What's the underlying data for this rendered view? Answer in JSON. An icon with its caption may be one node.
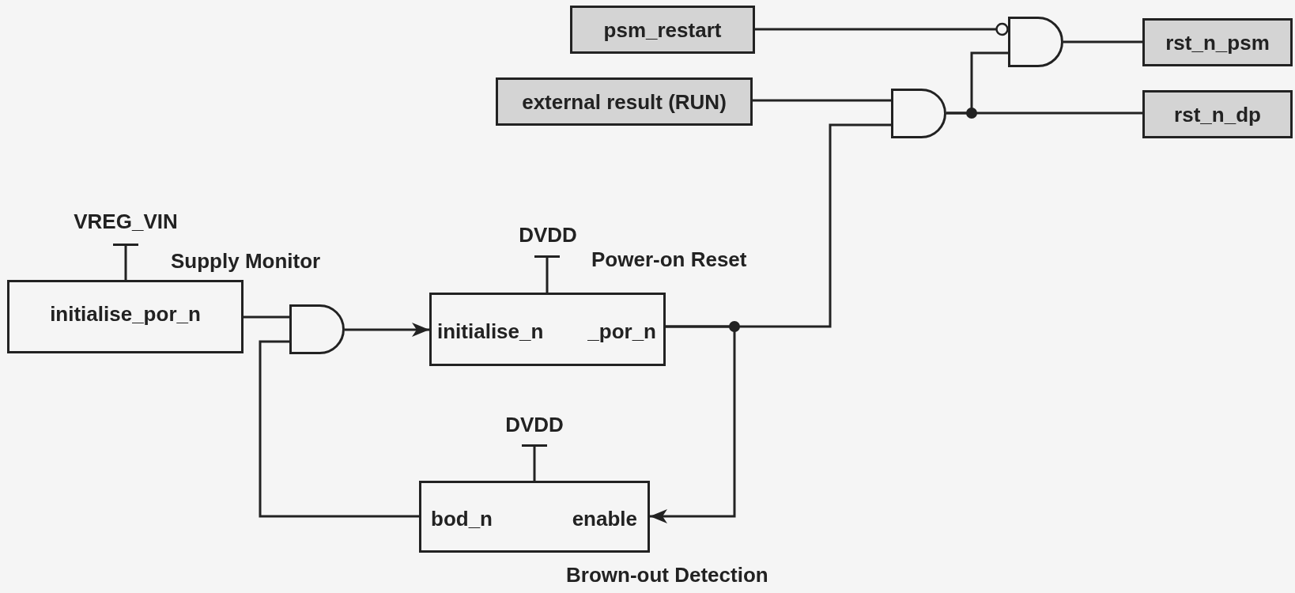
{
  "diagram": {
    "nodes": [
      {
        "text": [
          "psm_restart"
        ]
      },
      {
        "text": [],
        "shape": "gate"
      },
      {
        "text": [
          "rst_n_psm"
        ]
      },
      {
        "text": [
          "external result (RUN)"
        ]
      },
      {
        "text": [],
        "shape": "gate"
      },
      {
        "text": [
          "rst_n_dp"
        ]
      },
      {
        "text": [
          "Supply Monitor",
          "initialise_por_n"
        ]
      },
      {
        "text": [],
        "shape": "gate"
      },
      {
        "text": [
          "Power-on Reset",
          "initialise_n",
          "_por_n"
        ]
      },
      {
        "text": [
          "bod_n",
          "enable",
          "Brown-out Detection"
        ]
      }
    ],
    "edges": [
      {
        "from": 0,
        "to": 1,
        "arrow": "other"
      },
      {
        "from": 1,
        "to": 2,
        "arrow": "none"
      },
      {
        "from": 3,
        "to": 4,
        "arrow": "none"
      },
      {
        "from": 4,
        "to": 1,
        "arrow": "none"
      },
      {
        "from": 4,
        "to": 5,
        "arrow": "none"
      },
      {
        "from": 8,
        "to": 4,
        "arrow": "none"
      },
      {
        "from": 6,
        "to": 7,
        "arrow": "none"
      },
      {
        "from": 7,
        "to": 8,
        "arrow": "to"
      },
      {
        "from": 8,
        "to": 9,
        "arrow": "to"
      },
      {
        "from": 9,
        "to": 7,
        "arrow": "none"
      }
    ],
    "labels": [
      "VREG_VIN",
      "DVDD",
      "DVDD"
    ]
  }
}
